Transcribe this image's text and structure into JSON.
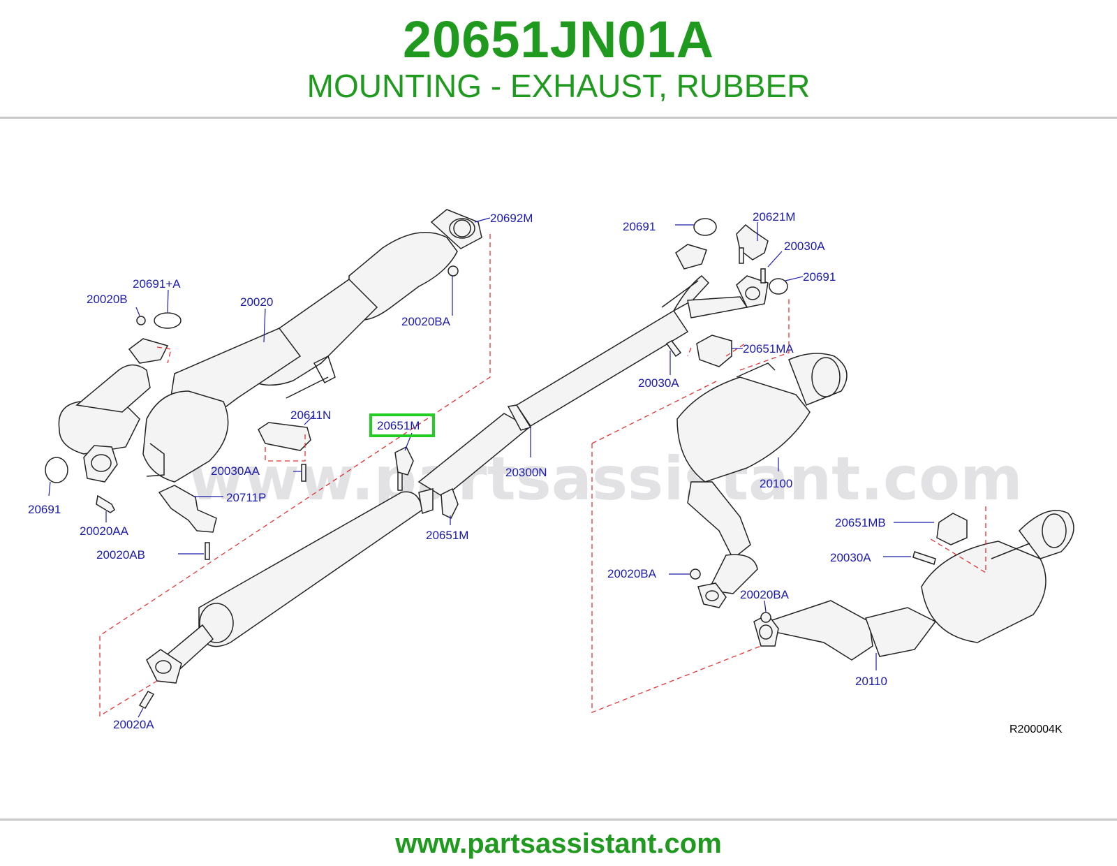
{
  "header": {
    "part_number": "20651JN01A",
    "description": "MOUNTING - EXHAUST, RUBBER"
  },
  "footer": {
    "url": "www.partsassistant.com"
  },
  "watermark": "www.partsassistant.com",
  "diagram": {
    "reference_code": "R200004K",
    "highlighted_part": "20651M",
    "labels": {
      "l20692M": "20692M",
      "l20691a": "20691",
      "l20621M": "20621M",
      "l20030A_a": "20030A",
      "l20691b": "20691",
      "l20691A": "20691+A",
      "l20020B": "20020B",
      "l20020": "20020",
      "l20020BA_a": "20020BA",
      "l20651MA": "20651MA",
      "l20030A_b": "20030A",
      "l20611N": "20611N",
      "l20651M_hl": "20651M",
      "l20030AA": "20030AA",
      "l20300N": "20300N",
      "l20100": "20100",
      "l20711P": "20711P",
      "l20691c": "20691",
      "l20020AA": "20020AA",
      "l20651M_b": "20651M",
      "l20651MB": "20651MB",
      "l20020AB": "20020AB",
      "l20030A_c": "20030A",
      "l20020BA_b": "20020BA",
      "l20020BA_c": "20020BA",
      "l20110": "20110",
      "l20020A": "20020A"
    }
  },
  "colors": {
    "brand_green": "#1f9a1f",
    "label_blue": "#1a1aa8",
    "dash_red": "#e23232",
    "highlight_green": "#22cc22"
  }
}
